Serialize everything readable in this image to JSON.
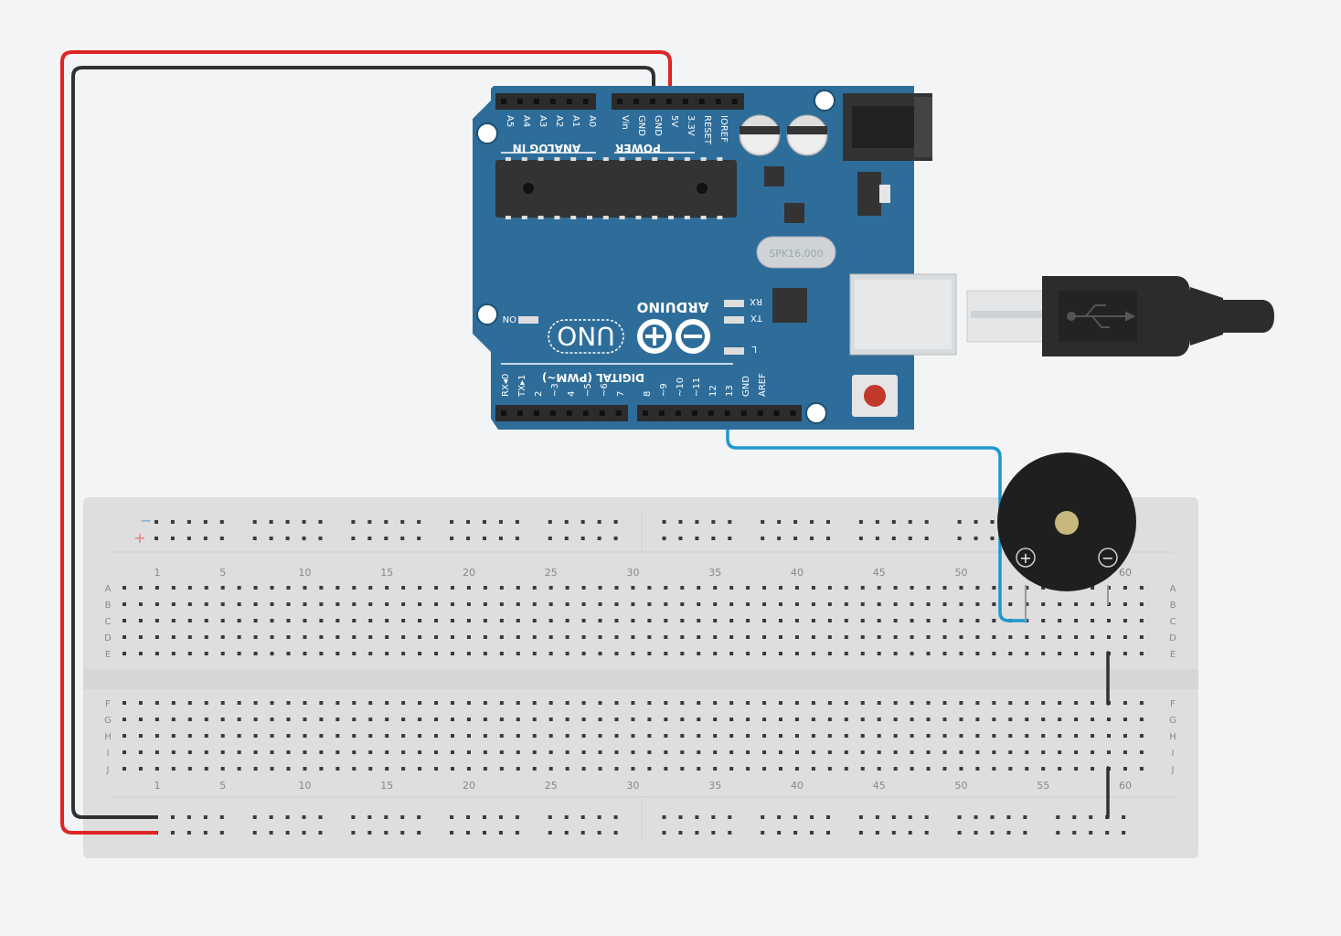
{
  "arduino": {
    "header_labels": [
      "A5",
      "A4",
      "A3",
      "A2",
      "A1",
      "A0",
      "Vin",
      "GND",
      "GND",
      "5V",
      "3.3V",
      "RESET",
      "IOREF"
    ],
    "section_analog": "ANALOG IN",
    "section_power": "POWER",
    "brand": "ARDUINO",
    "model": "UNO",
    "on_label": "ON",
    "rx_label": "RX",
    "tx_label": "TX",
    "l_label": "L",
    "crystal": "SPK16.000",
    "digital_title": "DIGITAL (PWM~)",
    "digital_labels": [
      "RX◂0",
      "TX▸1",
      "2",
      "~3",
      "4",
      "~5",
      "~6",
      "7",
      "8",
      "~9",
      "~10",
      "~11",
      "12",
      "13",
      "GND",
      "AREF"
    ]
  },
  "breadboard": {
    "column_numbers": [
      "1",
      "5",
      "10",
      "15",
      "20",
      "25",
      "30",
      "35",
      "40",
      "45",
      "50",
      "55",
      "60"
    ],
    "row_letters_top": [
      "A",
      "B",
      "C",
      "D",
      "E"
    ],
    "row_letters_bottom": [
      "F",
      "G",
      "H",
      "I",
      "J"
    ],
    "rail_minus": "−",
    "rail_plus": "+"
  },
  "buzzer": {
    "plus_label": "+",
    "minus_label": "−"
  },
  "colors": {
    "board": "#2e6d9a",
    "wire_red": "#e02424",
    "wire_black": "#2f3133",
    "wire_blue": "#1e97cf",
    "breadboard": "#dedede"
  }
}
